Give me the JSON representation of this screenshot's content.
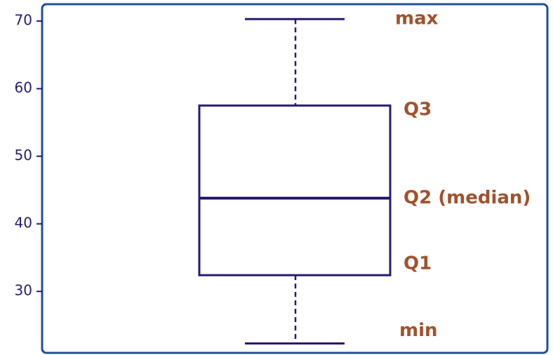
{
  "chart_data": {
    "type": "box",
    "y_ticks": [
      30,
      40,
      50,
      60,
      70
    ],
    "ylim": [
      20.9,
      72.5
    ],
    "box": {
      "min": 22.3,
      "q1": 32.4,
      "median": 43.8,
      "q3": 57.5,
      "max": 70.3
    },
    "annotations": {
      "max": "max",
      "q3": "Q3",
      "median": "Q2 (median)",
      "q1": "Q1",
      "min": "min"
    },
    "grid": false
  },
  "colors": {
    "axis": "#2a1a6e",
    "box": "#2a1a6e",
    "frame": "#1f4f96",
    "annotation": "#a0522d",
    "tick_text": "#2a1a6e"
  }
}
